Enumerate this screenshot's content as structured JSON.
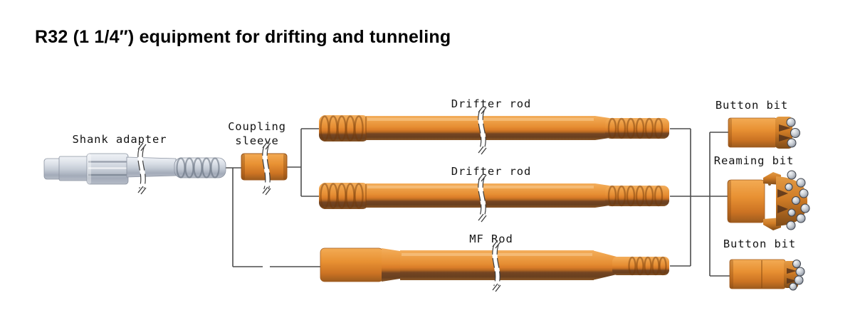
{
  "title": "R32 (1 1/4″) equipment for drifting and tunneling",
  "diagram": {
    "labels": {
      "shank_adapter": "Shank adapter",
      "coupling_sleeve_line1": "Coupling",
      "coupling_sleeve_line2": "sleeve",
      "drifter_rod_top": "Drifter rod",
      "drifter_rod_middle": "Drifter rod",
      "mf_rod": "MF Rod",
      "button_bit_top": "Button bit",
      "reaming_bit": "Reaming bit",
      "button_bit_bottom": "Button bit"
    },
    "colors": {
      "component_orange": "#E68E33",
      "component_orange_light": "#F3AE5D",
      "component_orange_dark": "#6E4020",
      "steel_gray": "#C6CCD6",
      "carbide_button_gray": "#C3C8CF",
      "connector_line": "#4D4D4D",
      "label_text": "#141414",
      "title_text": "#000000",
      "background": "#FFFFFF"
    }
  }
}
